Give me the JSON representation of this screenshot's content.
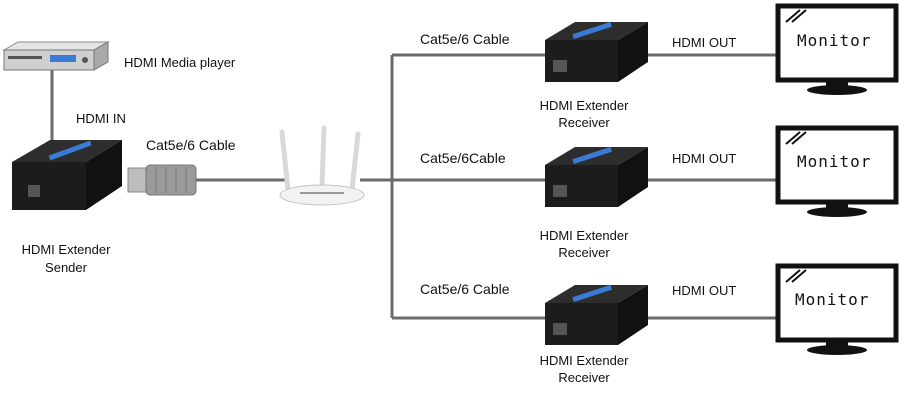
{
  "source": {
    "media_player_label": "HDMI Media player",
    "hdmi_in_label": "HDMI IN",
    "sender_label_line1": "HDMI Extender",
    "sender_label_line2": "Sender",
    "cable_label": "Cat5e/6 Cable"
  },
  "branches": [
    {
      "cable_label": "Cat5e/6 Cable",
      "hdmi_out_label": "HDMI OUT",
      "receiver_label_line1": "HDMI Extender",
      "receiver_label_line2": "Receiver",
      "monitor_label": "Monitor"
    },
    {
      "cable_label": "Cat5e/6Cable",
      "hdmi_out_label": "HDMI OUT",
      "receiver_label_line1": "HDMI Extender",
      "receiver_label_line2": "Receiver",
      "monitor_label": "Monitor"
    },
    {
      "cable_label": "Cat5e/6 Cable",
      "hdmi_out_label": "HDMI OUT",
      "receiver_label_line1": "HDMI Extender",
      "receiver_label_line2": "Receiver",
      "monitor_label": "Monitor"
    }
  ],
  "colors": {
    "line": "#6b6b6b",
    "device": "#1c1c1c",
    "device_accent": "#3a7bd5"
  }
}
